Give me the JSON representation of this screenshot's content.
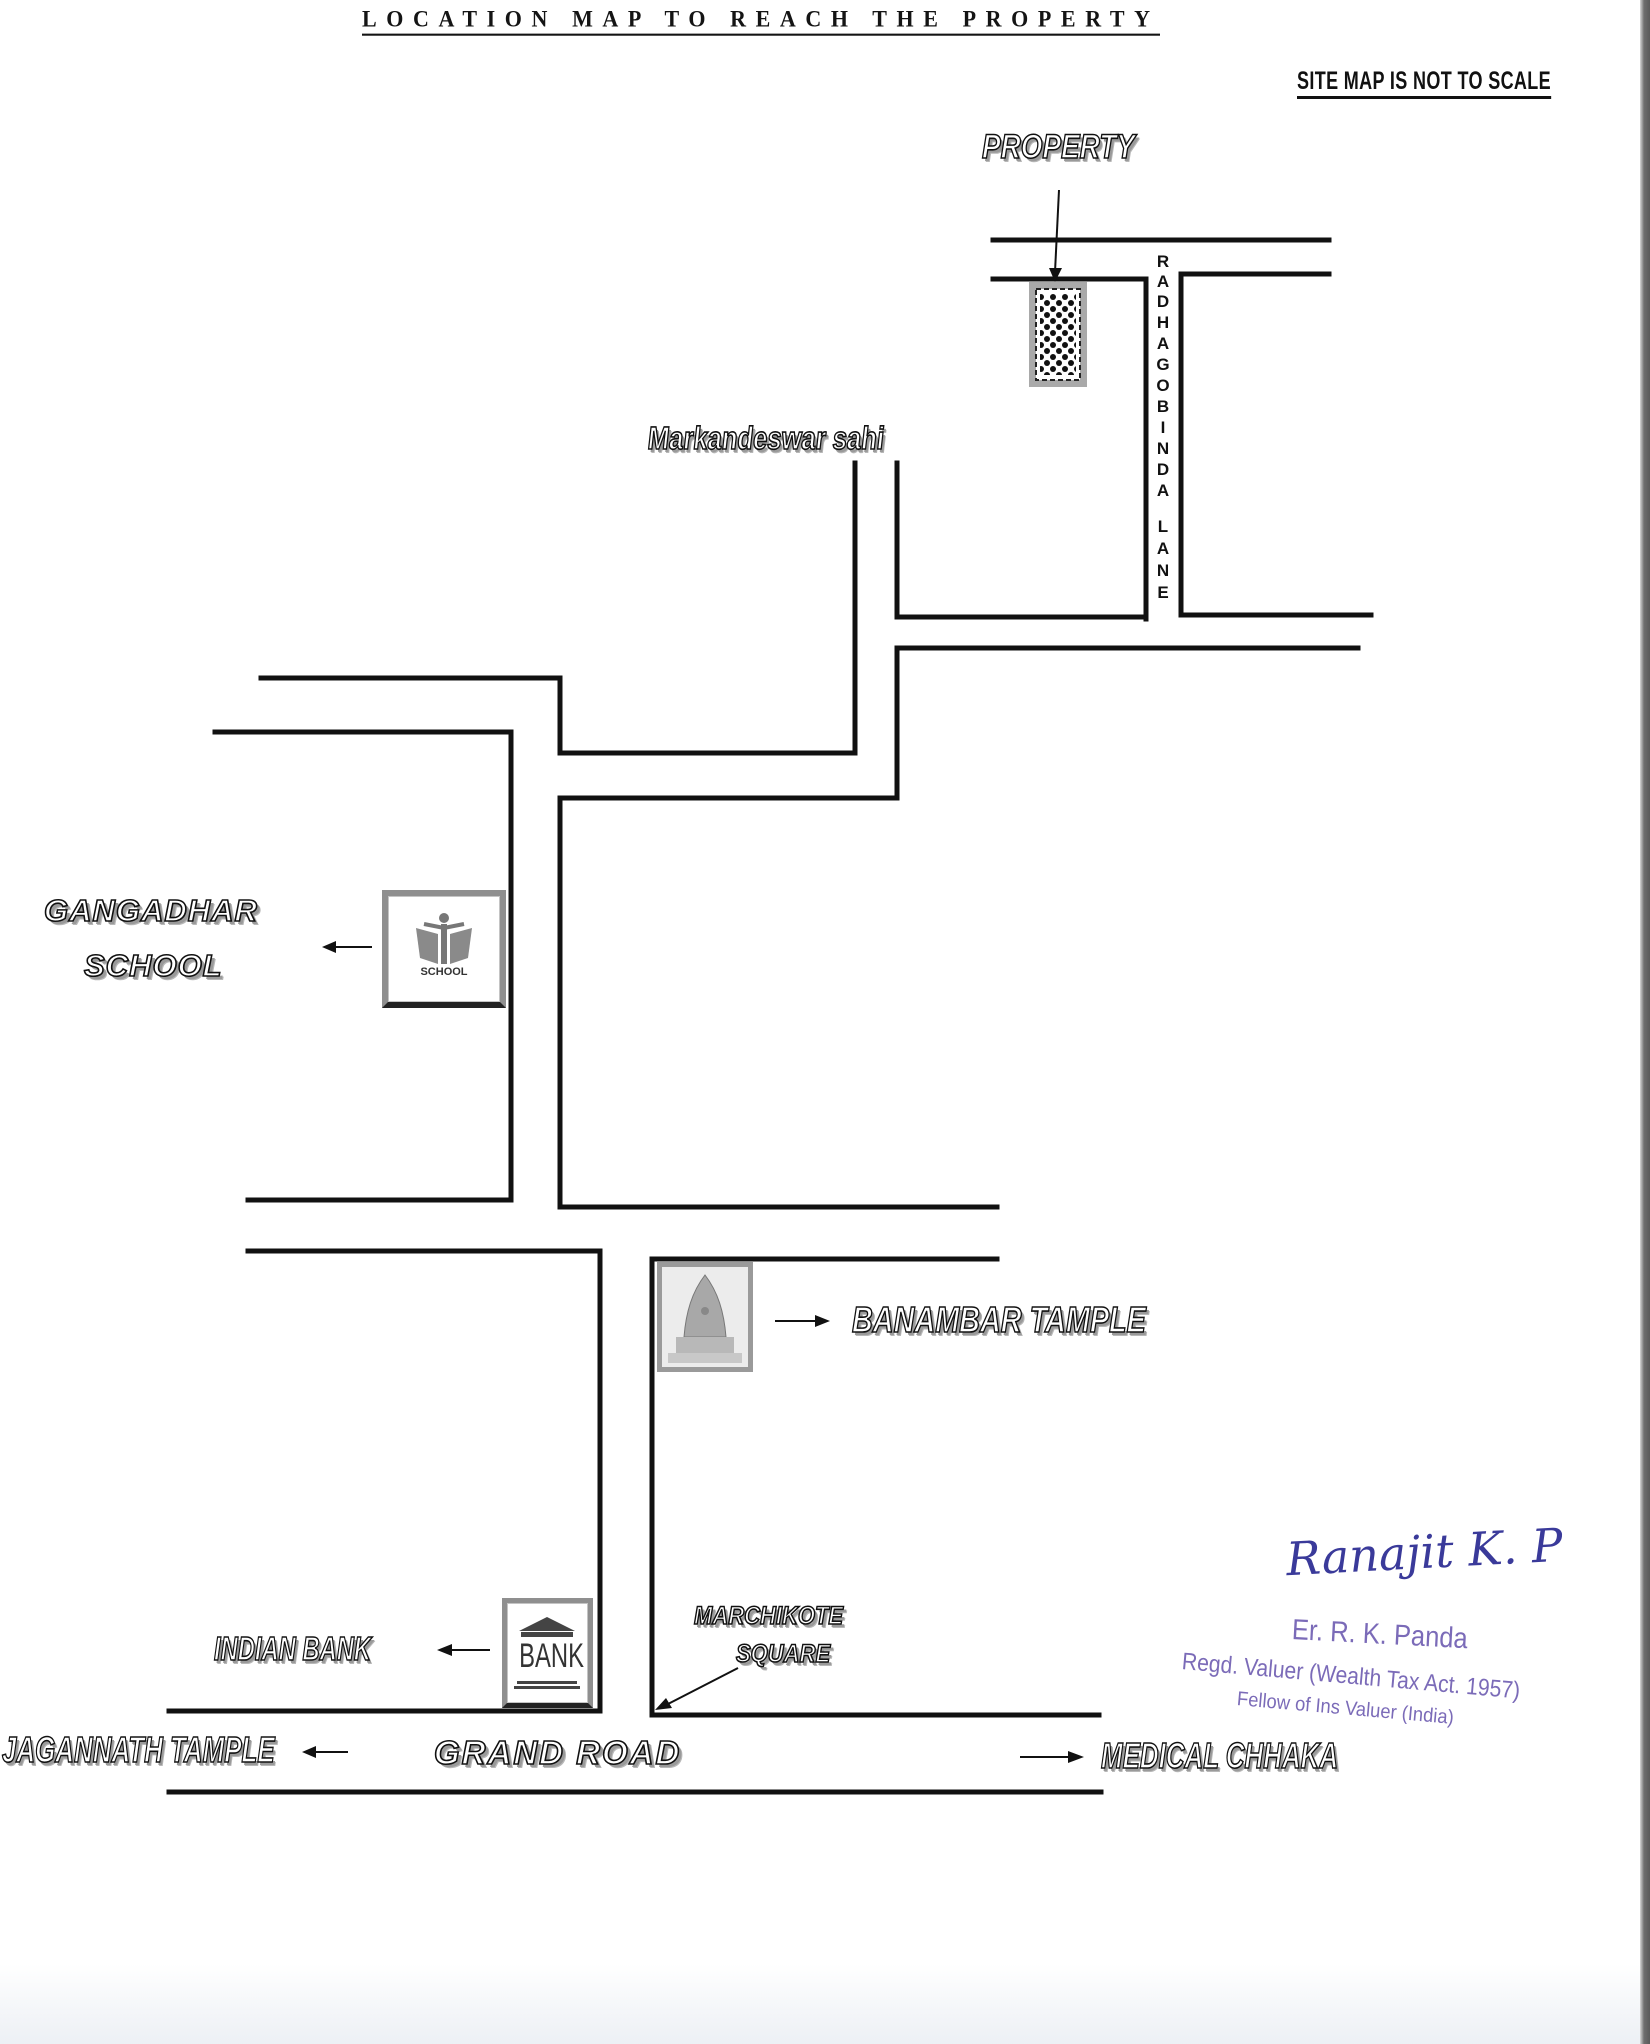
{
  "document": {
    "title": "LOCATION MAP TO REACH THE PROPERTY",
    "scale_note": "SITE MAP IS NOT TO SCALE"
  },
  "map": {
    "labels": {
      "property": "PROPERTY",
      "lane_name_letters": [
        "R",
        "A",
        "D",
        "H",
        "A",
        "G",
        "O",
        "B",
        "I",
        "N",
        "D",
        "A",
        "",
        "L",
        "A",
        "N",
        "E"
      ],
      "lane_name": "RADHAGOBINDA LANE",
      "street": "Markandeswar sahi",
      "school_line1": "GANGADHAR",
      "school_line2": "SCHOOL",
      "temple": "BANAMBAR TAMPLE",
      "bank": "INDIAN BANK",
      "square_line1": "MARCHIKOTE",
      "square_line2": "SQUARE",
      "main_road": "GRAND ROAD",
      "left_destination": "JAGANNATH TAMPLE",
      "right_destination": "MEDICAL CHHAKA"
    },
    "icons": {
      "school_caption": "SCHOOL",
      "bank_caption": "BANK"
    }
  },
  "stamp": {
    "signature": "Ranajit K. P",
    "name": "Er. R. K. Panda",
    "line1": "Regd. Valuer (Wealth Tax Act. 1957)",
    "line2": "Fellow of Ins Valuer (India)",
    "color": "#7b6bb8"
  }
}
